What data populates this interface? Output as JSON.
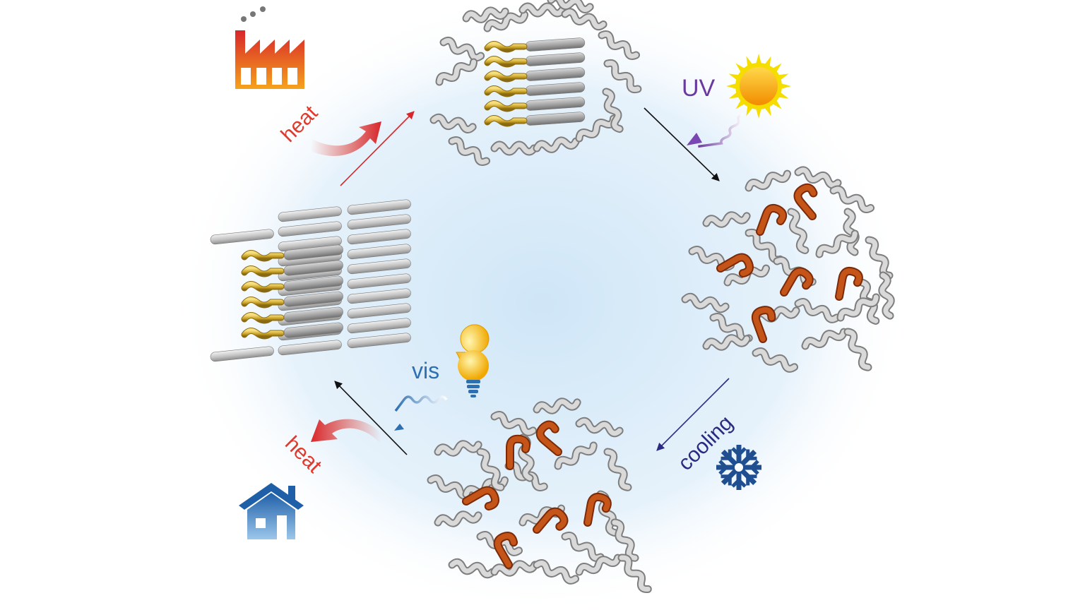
{
  "labels": {
    "heat_in": "heat",
    "uv": "UV",
    "cooling": "cooling",
    "vis": "vis",
    "heat_out": "heat"
  },
  "colors": {
    "heat": "#e03a2c",
    "uv": "#6a3aa0",
    "cooling": "#2a2a80",
    "vis": "#2d6fb0",
    "bulb": "#f5c518",
    "snow": "#1f4f90",
    "house": "#2d6fb0",
    "factory": "#e0442c",
    "trans_azo": "#c9a227",
    "cis_azo": "#c45418",
    "chain": "#b0b0b0"
  },
  "icons": {
    "factory": "factory-icon",
    "sun": "sun-icon",
    "snowflake": "snowflake-icon",
    "bulb": "light-bulb-icon",
    "house": "house-icon"
  }
}
